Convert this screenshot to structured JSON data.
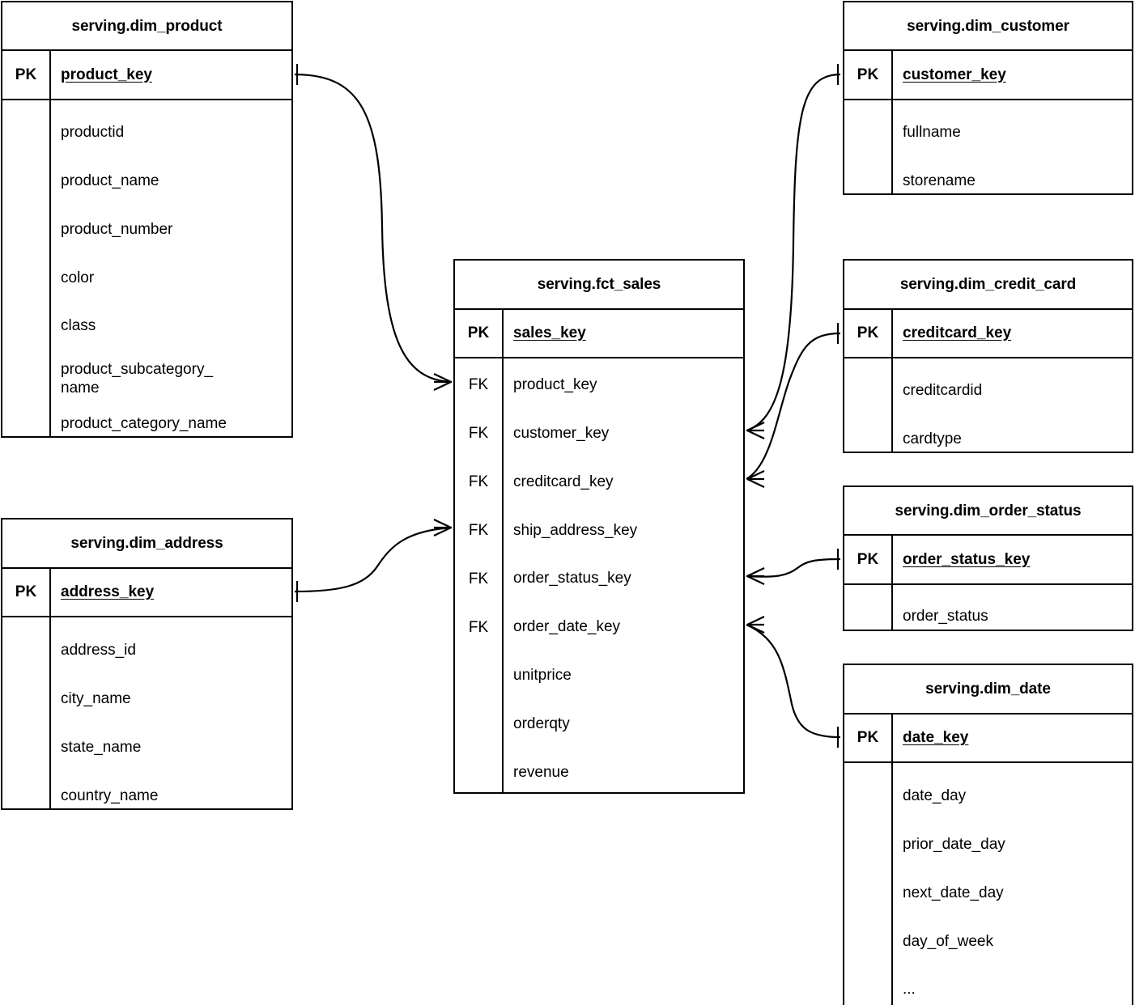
{
  "diagram": {
    "kind": "entity-relationship-diagram",
    "notation": "crow's-foot",
    "line_color": "#000000",
    "background_color": "#ffffff"
  },
  "entities": {
    "dim_product": {
      "title": "serving.dim_product",
      "pk_tag": "PK",
      "pk_name": "product_key",
      "attributes": [
        "productid",
        "product_name",
        "product_number",
        "color",
        "class",
        "product_subcategory_",
        "name",
        "product_category_name"
      ]
    },
    "fct_sales": {
      "title": "serving.fct_sales",
      "pk_tag": "PK",
      "pk_name": "sales_key",
      "fk_tags": [
        "FK",
        "FK",
        "FK",
        "FK",
        "FK",
        "FK"
      ],
      "attributes": [
        "product_key",
        "customer_key",
        "creditcard_key",
        "ship_address_key",
        "order_status_key",
        "order_date_key",
        "unitprice",
        "orderqty",
        "revenue"
      ]
    },
    "dim_address": {
      "title": "serving.dim_address",
      "pk_tag": "PK",
      "pk_name": "address_key",
      "attributes": [
        "address_id",
        "city_name",
        "state_name",
        "country_name"
      ]
    },
    "dim_customer": {
      "title": "serving.dim_customer",
      "pk_tag": "PK",
      "pk_name": "customer_key",
      "attributes": [
        "fullname",
        "storename"
      ]
    },
    "dim_credit_card": {
      "title": "serving.dim_credit_card",
      "pk_tag": "PK",
      "pk_name": "creditcard_key",
      "attributes": [
        "creditcardid",
        "cardtype"
      ]
    },
    "dim_order_status": {
      "title": "serving.dim_order_status",
      "pk_tag": "PK",
      "pk_name": "order_status_key",
      "attributes": [
        "order_status"
      ]
    },
    "dim_date": {
      "title": "serving.dim_date",
      "pk_tag": "PK",
      "pk_name": "date_key",
      "attributes": [
        "date_day",
        "prior_date_day",
        "next_date_day",
        "day_of_week",
        "..."
      ]
    }
  },
  "relationships": [
    {
      "name": "product-to-sales",
      "from": "dim_product.product_key",
      "to": "fct_sales.product_key",
      "from_cardinality": "one",
      "to_cardinality": "many"
    },
    {
      "name": "customer-to-sales",
      "from": "dim_customer.customer_key",
      "to": "fct_sales.customer_key",
      "from_cardinality": "one",
      "to_cardinality": "many"
    },
    {
      "name": "creditcard-to-sales",
      "from": "dim_credit_card.creditcard_key",
      "to": "fct_sales.creditcard_key",
      "from_cardinality": "one",
      "to_cardinality": "many"
    },
    {
      "name": "address-to-sales",
      "from": "dim_address.address_key",
      "to": "fct_sales.ship_address_key",
      "from_cardinality": "one",
      "to_cardinality": "many"
    },
    {
      "name": "order-status-to-sales",
      "from": "dim_order_status.order_status_key",
      "to": "fct_sales.order_status_key",
      "from_cardinality": "one",
      "to_cardinality": "many"
    },
    {
      "name": "date-to-sales",
      "from": "dim_date.date_key",
      "to": "fct_sales.order_date_key",
      "from_cardinality": "one",
      "to_cardinality": "many"
    }
  ]
}
